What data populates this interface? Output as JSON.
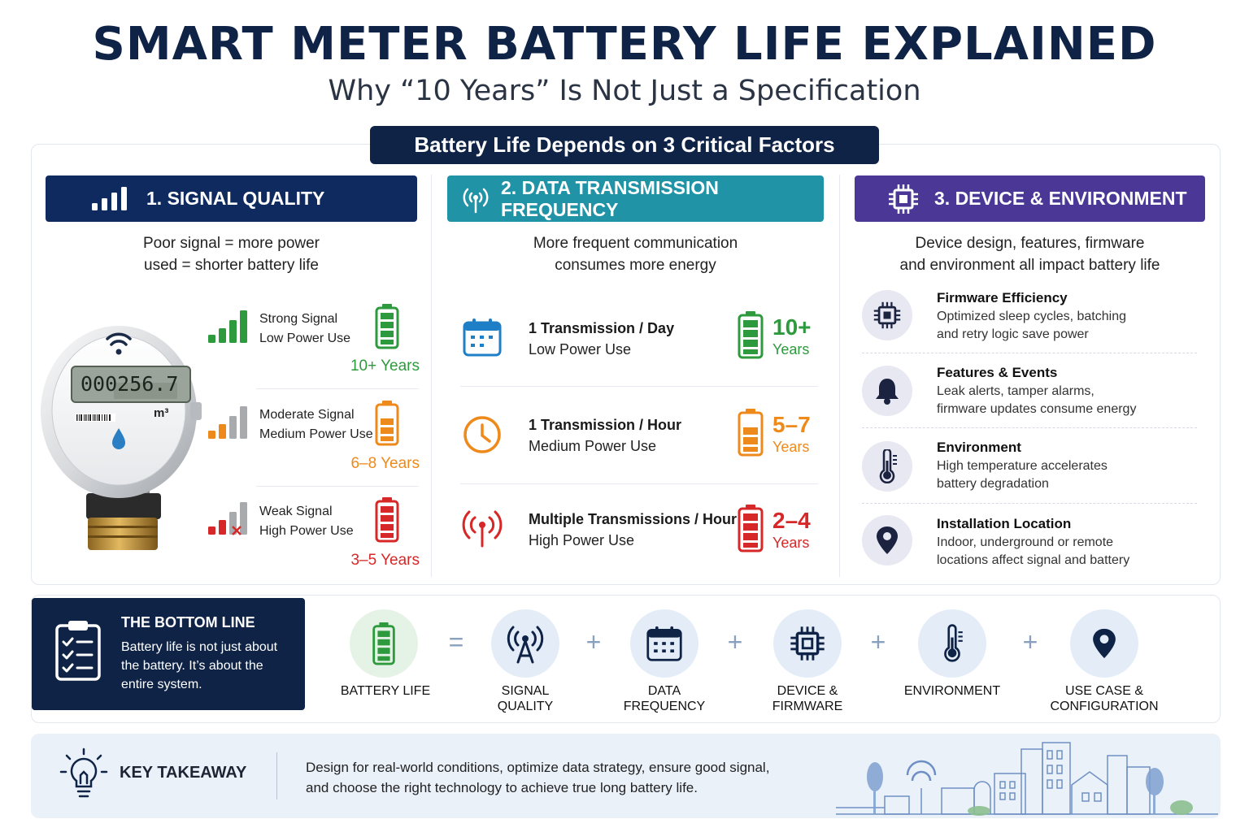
{
  "header": {
    "title": "SMART METER BATTERY LIFE EXPLAINED",
    "subtitle": "Why “10 Years” Is Not Just a Specification"
  },
  "factors": {
    "banner": "Battery Life Depends on 3 Critical Factors",
    "signal": {
      "heading": "1. SIGNAL QUALITY",
      "desc_line1": "Poor signal = more power",
      "desc_line2": "used = shorter battery life",
      "meter_reading": "000256.7",
      "meter_unit": "m³",
      "rows": [
        {
          "label": "Strong Signal",
          "sub": "Low Power Use",
          "years": "10+ Years",
          "color": "#2e9a3e"
        },
        {
          "label": "Moderate Signal",
          "sub": "Medium Power Use",
          "years": "6–8 Years",
          "color": "#ee8a1c"
        },
        {
          "label": "Weak Signal",
          "sub": "High Power Use",
          "years": "3–5 Years",
          "color": "#d62828"
        }
      ]
    },
    "frequency": {
      "heading": "2. DATA TRANSMISSION FREQUENCY",
      "desc_line1": "More frequent communication",
      "desc_line2": "consumes more energy",
      "rows": [
        {
          "label": "1 Transmission / Day",
          "sub": "Low Power Use",
          "years_num": "10+",
          "years_unit": "Years",
          "color": "#2e9a3e"
        },
        {
          "label": "1 Transmission / Hour",
          "sub": "Medium Power Use",
          "years_num": "5–7",
          "years_unit": "Years",
          "color": "#ee8a1c"
        },
        {
          "label": "Multiple Transmissions / Hour",
          "sub": "High Power Use",
          "years_num": "2–4",
          "years_unit": "Years",
          "color": "#d62828"
        }
      ]
    },
    "device": {
      "heading": "3. DEVICE & ENVIRONMENT",
      "desc_line1": "Device design, features, firmware",
      "desc_line2": "and environment all impact battery life",
      "items": [
        {
          "title": "Firmware Efficiency",
          "line1": "Optimized sleep cycles, batching",
          "line2": "and retry logic save power",
          "icon": "chip-icon"
        },
        {
          "title": "Features & Events",
          "line1": "Leak alerts, tamper alarms,",
          "line2": "firmware updates consume energy",
          "icon": "bell-icon"
        },
        {
          "title": "Environment",
          "line1": "High temperature accelerates",
          "line2": "battery degradation",
          "icon": "thermometer-icon"
        },
        {
          "title": "Installation Location",
          "line1": "Indoor, underground or remote",
          "line2": "locations affect signal and battery",
          "icon": "location-pin-icon"
        }
      ]
    }
  },
  "bottom_line": {
    "title": "THE BOTTOM LINE",
    "body": "Battery life is not just about the battery. It’s about the entire system."
  },
  "equation": {
    "equals": "=",
    "plus": "+",
    "terms": [
      {
        "line1": "BATTERY LIFE",
        "line2": ""
      },
      {
        "line1": "SIGNAL",
        "line2": "QUALITY"
      },
      {
        "line1": "DATA",
        "line2": "FREQUENCY"
      },
      {
        "line1": "DEVICE &",
        "line2": "FIRMWARE"
      },
      {
        "line1": "ENVIRONMENT",
        "line2": ""
      },
      {
        "line1": "USE CASE &",
        "line2": "CONFIGURATION"
      }
    ]
  },
  "takeaway": {
    "title": "KEY TAKEAWAY",
    "line1": "Design for real-world conditions, optimize data strategy, ensure good signal,",
    "line2": "and choose the right technology to achieve true long battery life."
  },
  "colors": {
    "navy": "#0f2347",
    "teal": "#2193a6",
    "purple": "#4b3896",
    "green": "#2e9a3e",
    "orange": "#ee8a1c",
    "red": "#d62828"
  }
}
